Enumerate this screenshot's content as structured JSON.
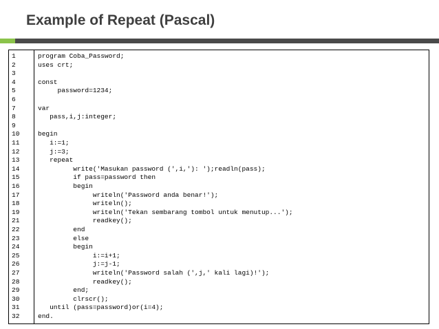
{
  "slide": {
    "title": "Example of Repeat (Pascal)"
  },
  "colors": {
    "title_text": "#3f3f3f",
    "rule_accent": "#8bc34a",
    "rule_main": "#4a4a4a",
    "border": "#000000"
  },
  "code": {
    "lines": [
      {
        "num": "1",
        "text": "program Coba_Password;"
      },
      {
        "num": "2",
        "text": "uses crt;"
      },
      {
        "num": "3",
        "text": ""
      },
      {
        "num": "4",
        "text": "const"
      },
      {
        "num": "5",
        "text": "     password=1234;"
      },
      {
        "num": "6",
        "text": ""
      },
      {
        "num": "7",
        "text": "var"
      },
      {
        "num": "8",
        "text": "   pass,i,j:integer;"
      },
      {
        "num": "9",
        "text": ""
      },
      {
        "num": "10",
        "text": "begin"
      },
      {
        "num": "11",
        "text": "   i:=1;"
      },
      {
        "num": "12",
        "text": "   j:=3;"
      },
      {
        "num": "13",
        "text": "   repeat"
      },
      {
        "num": "14",
        "text": "         write('Masukan password (',i,'): ');readln(pass);"
      },
      {
        "num": "15",
        "text": "         if pass=password then"
      },
      {
        "num": "16",
        "text": "         begin"
      },
      {
        "num": "17",
        "text": "              writeln('Password anda benar!');"
      },
      {
        "num": "18",
        "text": "              writeln();"
      },
      {
        "num": "19",
        "text": "              writeln('Tekan sembarang tombol untuk menutup...');"
      },
      {
        "num": "21",
        "text": "              readkey();"
      },
      {
        "num": "22",
        "text": "         end"
      },
      {
        "num": "23",
        "text": "         else"
      },
      {
        "num": "24",
        "text": "         begin"
      },
      {
        "num": "25",
        "text": "              i:=i+1;"
      },
      {
        "num": "26",
        "text": "              j:=j-1;"
      },
      {
        "num": "27",
        "text": "              writeln('Password salah (',j,' kali lagi)!');"
      },
      {
        "num": "28",
        "text": "              readkey();"
      },
      {
        "num": "29",
        "text": "         end;"
      },
      {
        "num": "30",
        "text": "         clrscr();"
      },
      {
        "num": "31",
        "text": "   until (pass=password)or(i=4);"
      },
      {
        "num": "32",
        "text": "end."
      }
    ]
  }
}
